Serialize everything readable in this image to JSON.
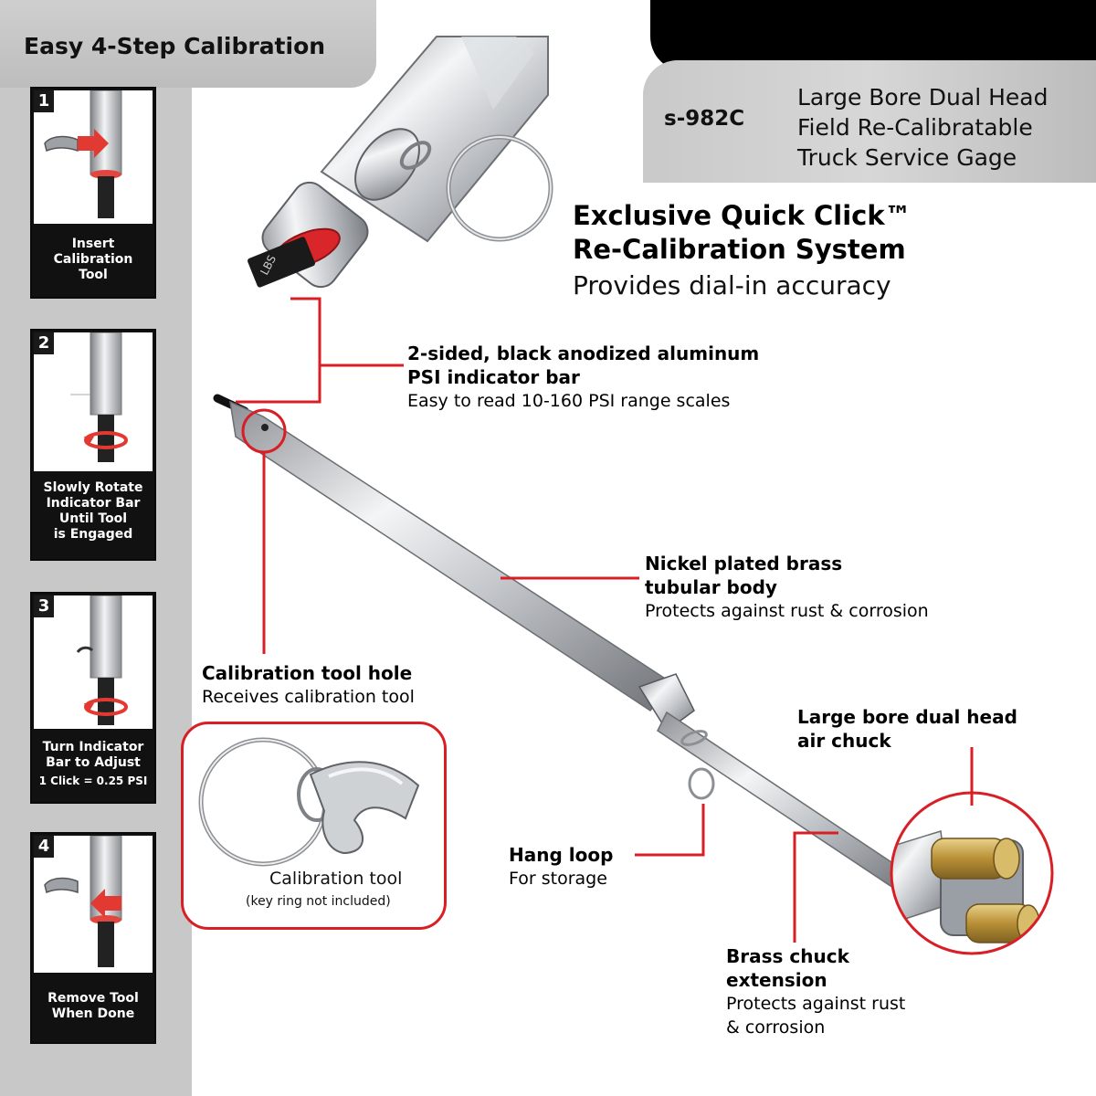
{
  "sidebar": {
    "title": "Easy 4-Step Calibration",
    "steps": [
      {
        "number": "1",
        "text": "Insert\nCalibration\nTool"
      },
      {
        "number": "2",
        "text": "Slowly Rotate\nIndicator Bar\nUntil Tool\nis Engaged"
      },
      {
        "number": "3",
        "text": "Turn Indicator\nBar to Adjust",
        "note": "1 Click = 0.25 PSI"
      },
      {
        "number": "4",
        "text": "Remove Tool\nWhen Done"
      }
    ]
  },
  "header": {
    "model": "s-982C",
    "desc": [
      "Large Bore Dual Head",
      "Field Re-Calibratable",
      "Truck Service Gage"
    ]
  },
  "headline": {
    "line1": "Exclusive Quick Click™",
    "line2": "Re-Calibration System",
    "sub": "Provides dial-in accuracy"
  },
  "callouts": {
    "indicator": {
      "title1": "2-sided, black anodized aluminum",
      "title2": "PSI indicator bar",
      "desc": "Easy to read 10-160 PSI range scales"
    },
    "body": {
      "title1": "Nickel plated brass",
      "title2": "tubular body",
      "desc": "Protects against rust & corrosion"
    },
    "hole": {
      "title": "Calibration tool hole",
      "desc": "Receives calibration tool"
    },
    "chuck": {
      "title1": "Large bore dual head",
      "title2": "air chuck"
    },
    "loop": {
      "title": "Hang loop",
      "desc": "For storage"
    },
    "extension": {
      "title1": "Brass chuck",
      "title2": "extension",
      "desc1": "Protects against rust",
      "desc2": "& corrosion"
    }
  },
  "calibration_tool": {
    "title": "Calibration tool",
    "note": "(key ring not included)"
  },
  "product_marks": {
    "bar_text": "LBS"
  },
  "colors": {
    "accent": "#d81f26",
    "panel_gray": "#c8c8c8",
    "header_black": "#000000",
    "brass": "#c9a54a",
    "steel": "#b9bcc0"
  }
}
